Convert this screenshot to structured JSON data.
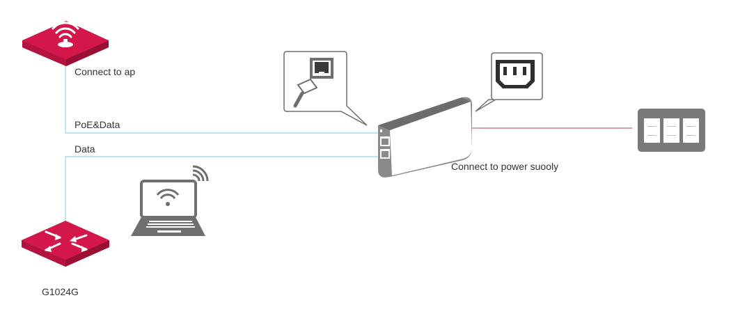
{
  "labels": {
    "ap": "Connect to ap",
    "poe_data": "PoE&Data",
    "data": "Data",
    "power": "Connect to power suooly",
    "switch": "G1024G"
  },
  "icons": {
    "ap": "wireless-access-point-icon",
    "switch": "network-switch-icon",
    "laptop": "wifi-laptop-icon",
    "injector": "poe-injector-icon",
    "rj45_callout": "rj45-port-callout-icon",
    "power_callout": "power-socket-callout-icon",
    "outlet": "power-outlet-icon"
  },
  "colors": {
    "device_red": "#d3174b",
    "data_line": "#9fd0e6",
    "power_line": "#c86a6a",
    "icon_gray": "#6f6f6f"
  }
}
